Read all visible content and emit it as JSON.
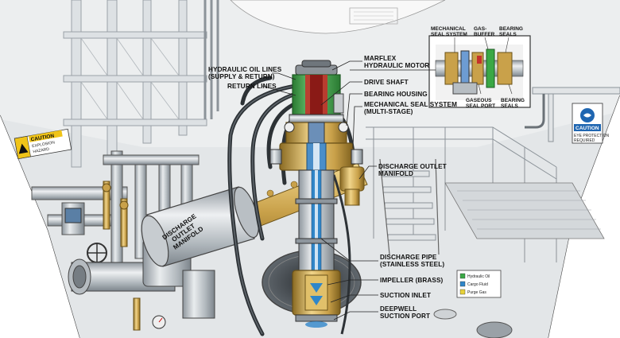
{
  "labels": {
    "hydraulic_oil_lines": [
      "HYDRAULIC OIL LINES",
      "(SUPPLY & RETURN)"
    ],
    "return_lines": [
      "RETURN LINES"
    ],
    "marflex_motor": [
      "MARFLEX",
      "HYDRAULIC MOTOR"
    ],
    "drive_shaft": [
      "DRIVE SHAFT"
    ],
    "bearing_housing": [
      "BEARING HOUSING"
    ],
    "mechanical_seal_system": [
      "MECHANICAL SEAL SYSTEM",
      "(MULTI-STAGE)"
    ],
    "discharge_outlet_manifold": [
      "DISCHARGE OUTLET",
      "MANIFOLD"
    ],
    "discharge_pipe": [
      "DISCHARGE PIPE",
      "(STAINLESS STEEL)"
    ],
    "impeller": [
      "IMPELLER (BRASS)"
    ],
    "suction_inlet": [
      "SUCTION INLET"
    ],
    "deepwell_suction_port": [
      "DEEPWELL",
      "SUCTION PORT"
    ],
    "pipe_manifold_text": [
      "DISCHARGE",
      "OUTLET",
      "MANIFOLD"
    ]
  },
  "inset": {
    "mechanical_seal_system": [
      "MECHANICAL",
      "SEAL SYSTEM"
    ],
    "gas_buffer": [
      "GAS-",
      "BUFFER"
    ],
    "bearing_seals_top": [
      "BEARING",
      "SEALS"
    ],
    "gaseous_seal_port": [
      "GASEOUS",
      "SEAL PORT"
    ],
    "bearing_seals_bottom": [
      "BEARING",
      "SEALS"
    ]
  },
  "signs": {
    "left_caution": {
      "title": "CAUTION",
      "lines": [
        "EXPLOSION",
        "HAZARD"
      ]
    },
    "right_caution": {
      "title": "CAUTION",
      "lines": [
        "EYE PROTECTION",
        "REQUIRED"
      ]
    }
  },
  "legend": [
    {
      "label": "Hydraulic Oil",
      "color": "#3aa845"
    },
    {
      "label": "Cargo Fluid",
      "color": "#2f86c9"
    },
    {
      "label": "Purge Gas",
      "color": "#e8d23a"
    }
  ],
  "colors": {
    "brass": "#c9a14a",
    "steel": "#b8bec4",
    "hydraulic_green": "#3aa845",
    "cargo_blue": "#2f86c9",
    "purge_yellow": "#e8d23a"
  }
}
